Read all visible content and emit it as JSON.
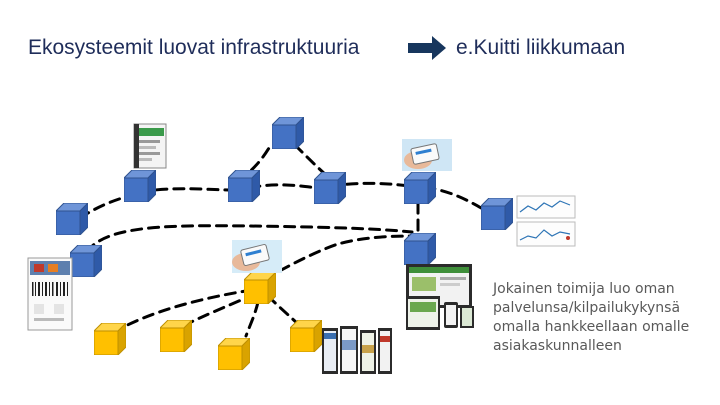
{
  "slide": {
    "title_left": "Ekosysteemit luovat infrastruktuuria",
    "title_right": "e.Kuitti liikkumaan",
    "caption_lines": [
      "Jokainen toimija luo oman",
      "palvelunsa/kilpailukykynsä",
      "omalla hankkeellaan omalle",
      "asiakaskunnalleen"
    ]
  },
  "colors": {
    "title": "#1f2d5a",
    "arrow": "#17365d",
    "blue_node": "#4472c4",
    "yellow_node": "#ffc000",
    "connector": "#000000",
    "caption": "#595959"
  },
  "node_types": [
    "blue-cube",
    "yellow-cube"
  ],
  "thumbnail_types": [
    "phone-app-screenshot",
    "hand-holding-phone-photo",
    "receipt-barcode-screenshot",
    "dashboard-chart-screenshot",
    "devices-mockup-photo",
    "mobile-screens-collage"
  ]
}
